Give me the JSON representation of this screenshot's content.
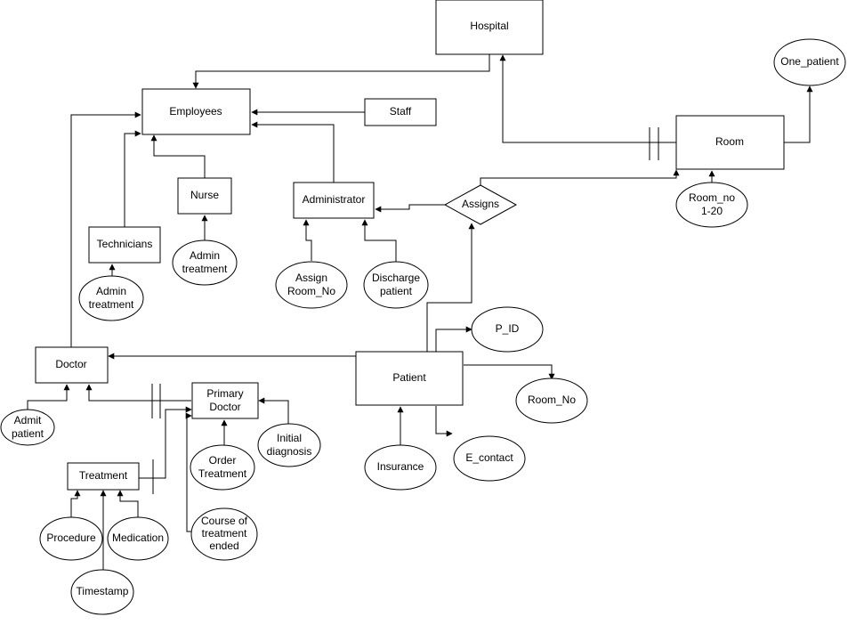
{
  "diagram": {
    "entities": {
      "hospital": "Hospital",
      "employees": "Employees",
      "staff": "Staff",
      "room": "Room",
      "nurse": "Nurse",
      "administrator": "Administrator",
      "technicians": "Technicians",
      "doctor": "Doctor",
      "patient": "Patient",
      "primary_doctor": [
        "Primary",
        "Doctor"
      ],
      "treatment": "Treatment"
    },
    "relationships": {
      "assigns": "Assigns"
    },
    "attributes": {
      "one_patient": "One_patient",
      "room_no_range": [
        "Room_no",
        "1-20"
      ],
      "nurse_admin_treatment": [
        "Admin",
        "treatment"
      ],
      "technicians_admin_treatment": [
        "Admin",
        "treatment"
      ],
      "assign_room_no": [
        "Assign",
        "Room_No"
      ],
      "discharge_patient": [
        "Discharge",
        "patient"
      ],
      "p_id": "P_ID",
      "patient_room_no": "Room_No",
      "e_contact": "E_contact",
      "insurance": "Insurance",
      "admit_patient": [
        "Admit",
        "patient"
      ],
      "order_treatment": [
        "Order",
        "Treatment"
      ],
      "initial_diagnosis": [
        "Initial",
        "diagnosis"
      ],
      "course_of_treatment_ended": [
        "Course of",
        "treatment",
        "ended"
      ],
      "procedure": "Procedure",
      "medication": "Medication",
      "timestamp": "Timestamp"
    }
  }
}
